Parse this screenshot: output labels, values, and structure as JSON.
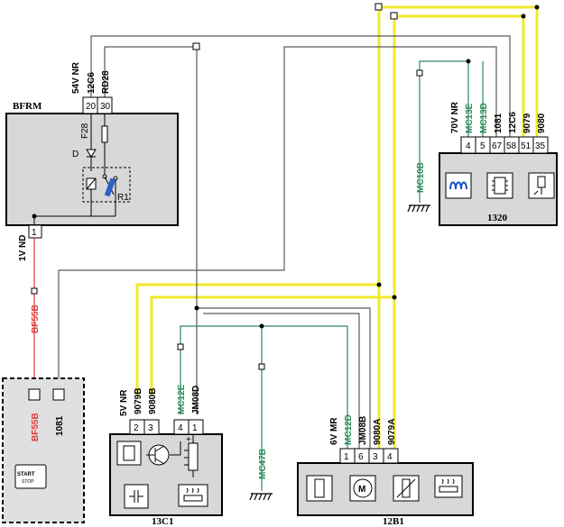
{
  "colors": {
    "yellow": "#f2e92a",
    "gray": "#5a5a5a",
    "green": "#2b8a5c",
    "red": "#e23a3a",
    "black": "#000000",
    "module_bg": "#d8d8d8",
    "wire_label_green": "#2b8a5c",
    "wire_label_red": "#e23a3a"
  },
  "modules": {
    "bfrm": {
      "name": "BFRM",
      "top_connector": "54V NR",
      "top_pins": [
        "20",
        "30"
      ],
      "top_wires": [
        "12C6",
        "RD28"
      ],
      "fuse": "F28",
      "diode": "D",
      "relay": "R1",
      "bottom_connector": "1V ND",
      "bottom_pin": "1"
    },
    "m1320": {
      "name": "1320",
      "connector": "70V NR",
      "pins": [
        "4",
        "5",
        "67",
        "58",
        "51",
        "35"
      ],
      "wires": [
        "MC13E",
        "MC13D",
        "1081",
        "12C6",
        "9079",
        "9080"
      ],
      "ground_wire": "MC10B",
      "icons": [
        "glow-coil-icon",
        "ecu-chip-icon",
        "injector-icon"
      ]
    },
    "m13c1": {
      "name": "13C1",
      "connector": "5V NR",
      "pins": [
        "2",
        "3",
        "4",
        "1"
      ],
      "wires": [
        "9079B",
        "9080B",
        "MC12E",
        "JM08D"
      ],
      "icons": [
        "chip-icon",
        "transistor-icon",
        "resistor-icon",
        "capacitor-icon",
        "heater-icon"
      ]
    },
    "m12b1": {
      "name": "12B1",
      "connector": "6V MR",
      "pins": [
        "1",
        "6",
        "3",
        "4"
      ],
      "wires": [
        "MC12D",
        "JM08B",
        "9080A",
        "9079A"
      ],
      "icons": [
        "sensor-icon",
        "motor-icon",
        "variable-resistor-icon",
        "heater-icon"
      ]
    },
    "start_stop": {
      "red_wire": "BF55B",
      "red_wire_inside": "BF55B",
      "gray_wire": "1081",
      "button_line1": "START",
      "button_line2": "STOP"
    },
    "grounds": {
      "mid_ground_wire": "MC47B"
    }
  }
}
